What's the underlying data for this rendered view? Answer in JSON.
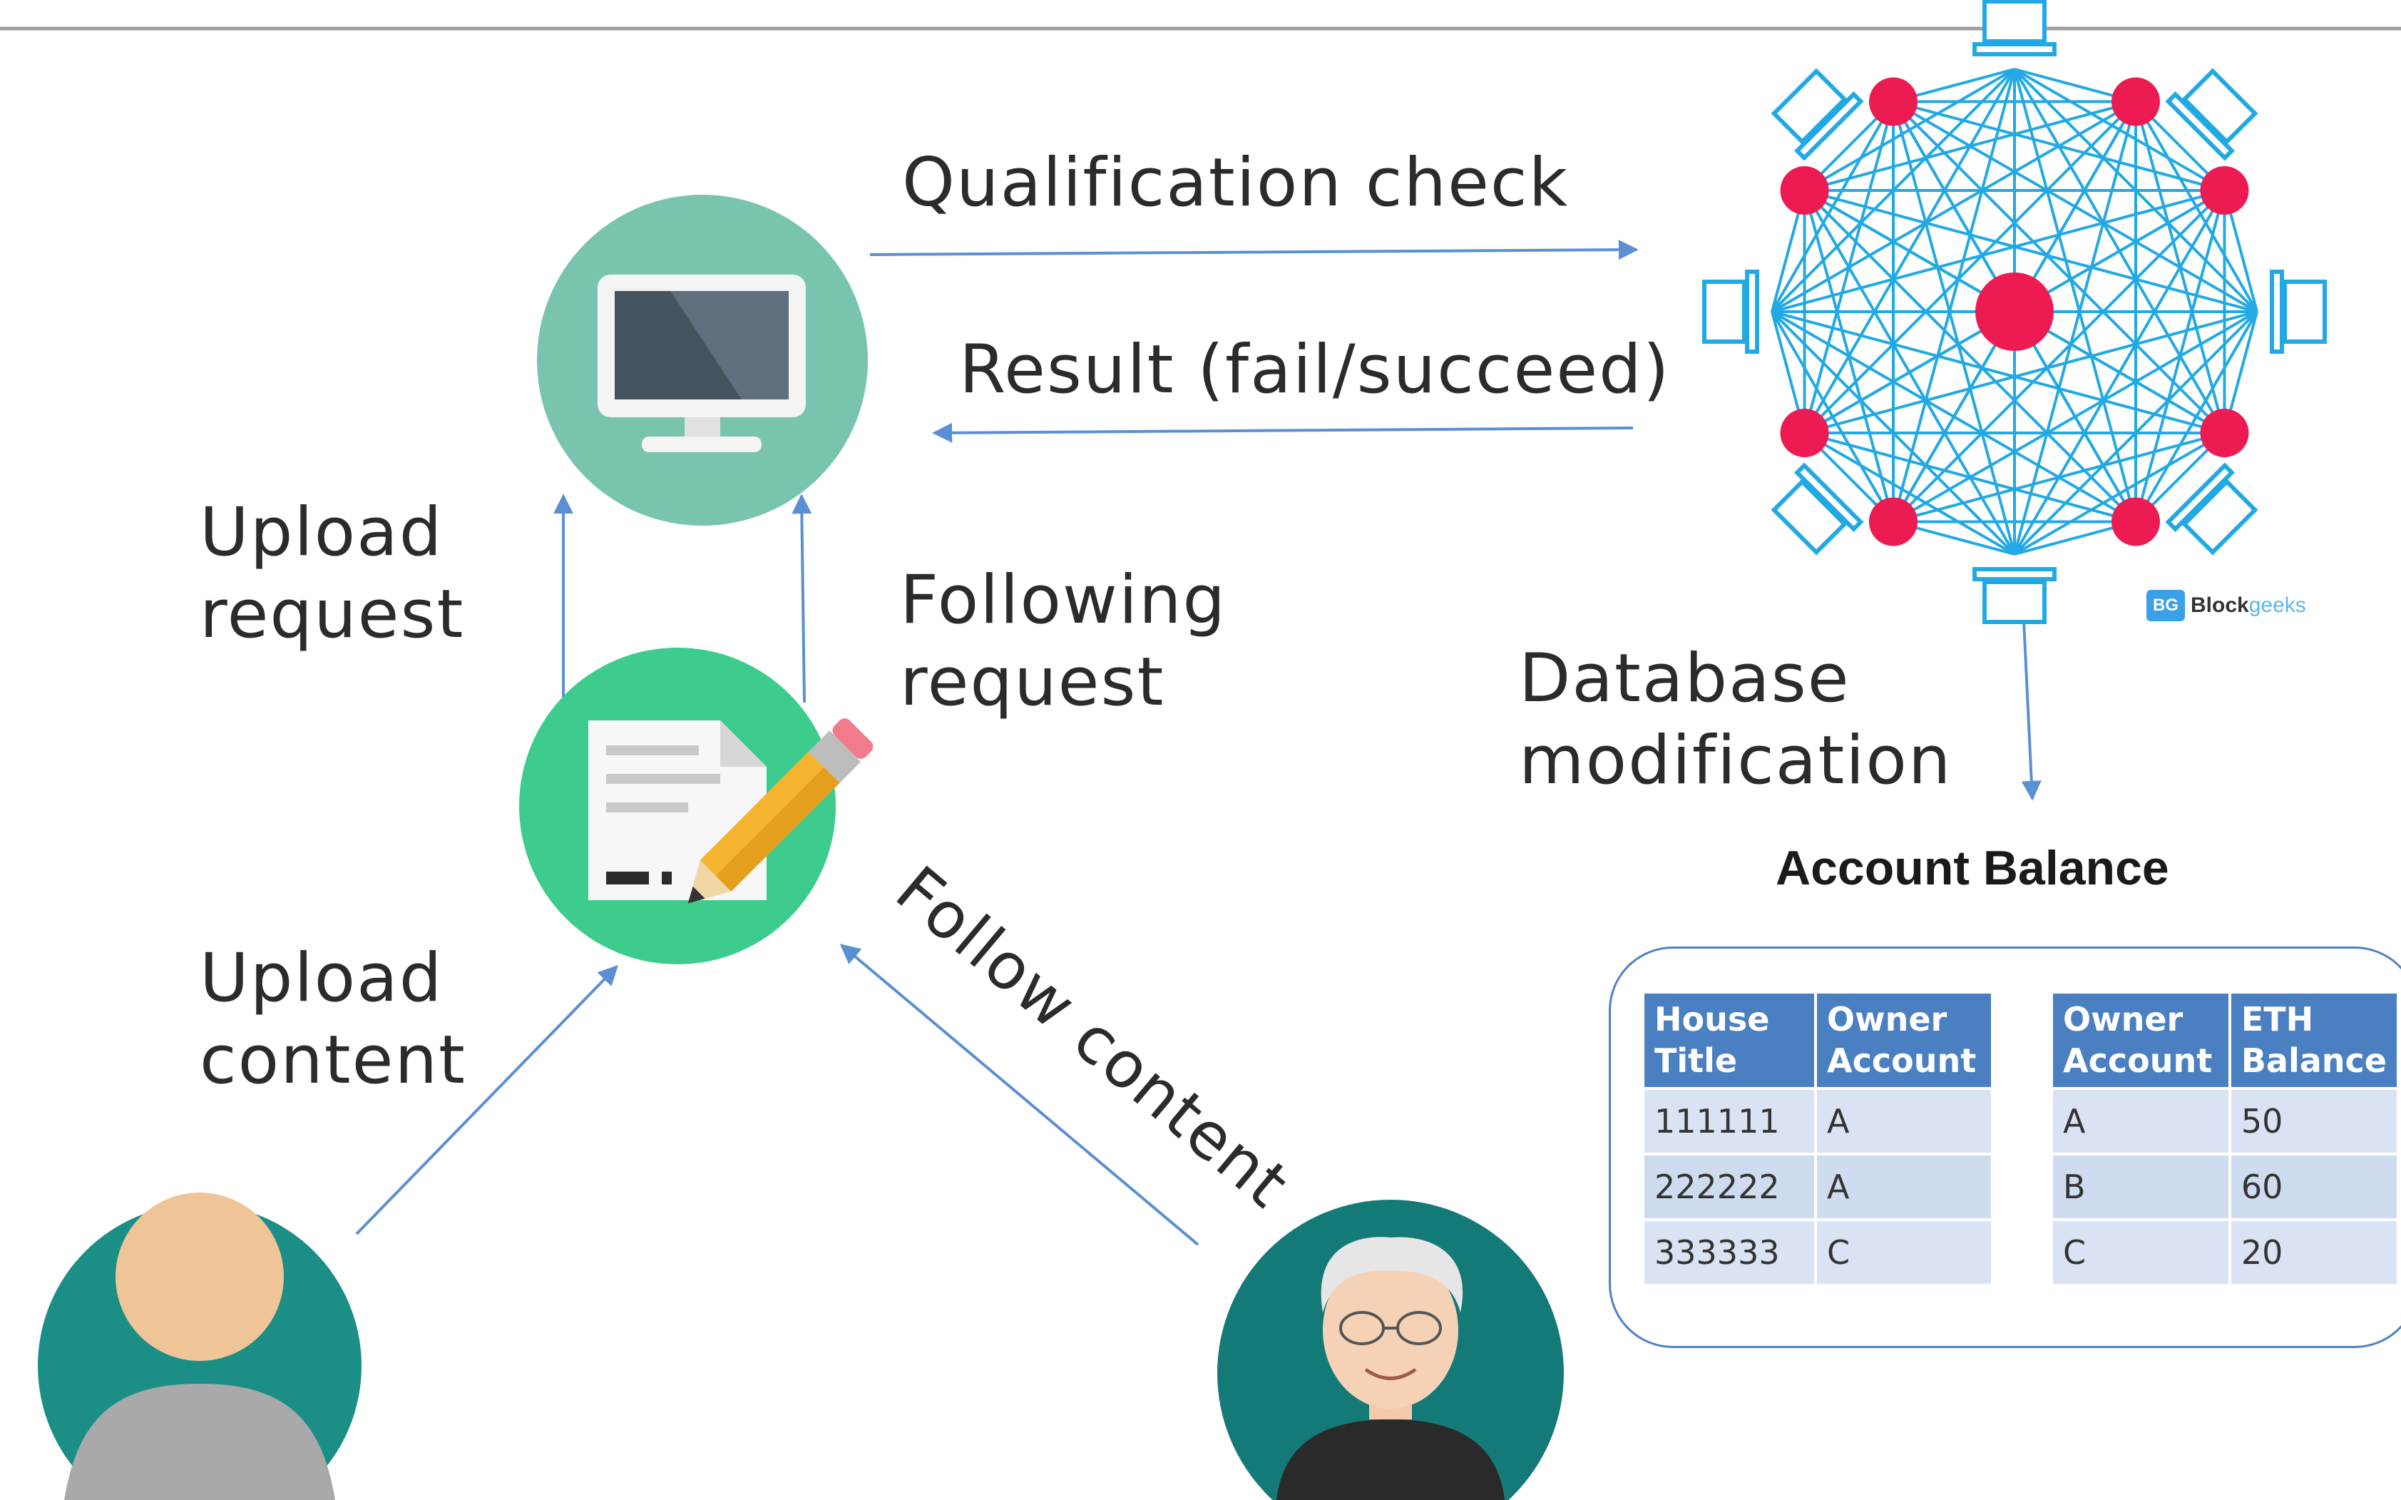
{
  "labels": {
    "qualification_check": "Qualification check",
    "result": "Result (fail/succeed)",
    "upload_request_line1": "Upload",
    "upload_request_line2": "request",
    "following_request_line1": "Following",
    "following_request_line2": "request",
    "database_modification_line1": "Database",
    "database_modification_line2": "modification",
    "upload_content_line1": "Upload",
    "upload_content_line2": "content",
    "follow_content": "Follow content"
  },
  "account_balance": {
    "title": "Account Balance",
    "house_table": {
      "headers": [
        [
          "House",
          "Title"
        ],
        [
          "Owner",
          "Account"
        ]
      ],
      "rows": [
        [
          "111111",
          "A"
        ],
        [
          "222222",
          "A"
        ],
        [
          "333333",
          "C"
        ]
      ]
    },
    "eth_table": {
      "headers": [
        [
          "Owner",
          "Account"
        ],
        [
          "ETH",
          "Balance"
        ]
      ],
      "rows": [
        [
          "A",
          "50"
        ],
        [
          "B",
          "60"
        ],
        [
          "C",
          "20"
        ]
      ]
    }
  },
  "logo": {
    "mark": "BG",
    "name_bold": "Block",
    "name_light": "geeks"
  },
  "colors": {
    "arrow": "#5b8fd4",
    "network_line": "#22a9e3",
    "network_node": "#ec1b52",
    "monitor_circle": "#79c4ae",
    "document_circle": "#3dcc8e",
    "user_circle": "#1d8f8a",
    "table_header": "#4a7fc1"
  },
  "icons": [
    "monitor-icon",
    "document-edit-icon",
    "user-avatar-icon",
    "elderly-user-icon",
    "blockchain-network-icon"
  ]
}
